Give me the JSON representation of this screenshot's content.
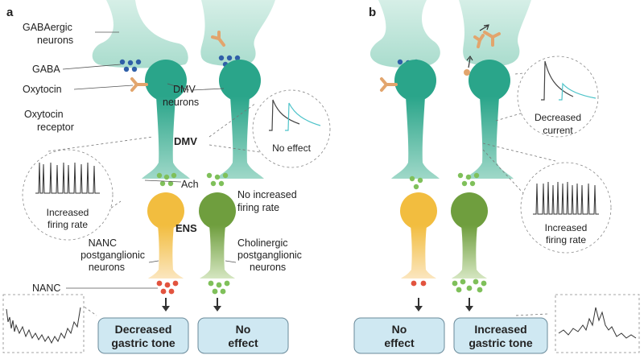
{
  "panels": {
    "a": "a",
    "b": "b"
  },
  "labels": {
    "gaba_neurons": [
      "GABAergic",
      "neurons"
    ],
    "gaba": "GABA",
    "oxytocin": "Oxytocin",
    "oxytocin_receptor": [
      "Oxytocin",
      "receptor"
    ],
    "dmv_neurons": [
      "DMV",
      "neurons"
    ],
    "dmv": "DMV",
    "ach": "Ach",
    "ens": "ENS",
    "no_increased_firing": [
      "No increased",
      "firing rate"
    ],
    "nanc_neurons": [
      "NANC",
      "postganglionic",
      "neurons"
    ],
    "cholinergic_neurons": [
      "Cholinergic",
      "postganglionic",
      "neurons"
    ],
    "nanc": "NANC"
  },
  "bubbles": {
    "increased_firing_a": [
      "Increased",
      "firing rate"
    ],
    "no_effect": "No effect",
    "decreased_current": [
      "Decreased",
      "current"
    ],
    "increased_firing_b": [
      "Increased",
      "firing rate"
    ]
  },
  "outcomes": {
    "a_left": [
      "Decreased",
      "gastric tone"
    ],
    "a_right": [
      "No",
      "effect"
    ],
    "b_left": [
      "No",
      "effect"
    ],
    "b_right": [
      "Increased",
      "gastric tone"
    ]
  },
  "colors": {
    "gaba_neuron": "#a9dccd",
    "dmv_neuron": "#2aa58a",
    "nanc_neuron": "#f2bd3f",
    "cholinergic_neuron": "#6f9e3e",
    "gaba_dot": "#2f5fa8",
    "ach_dot": "#7fc05a",
    "nanc_dot": "#e2533e",
    "oxytocin": "#e2a56d",
    "outcome_box": "#cfe8f2"
  }
}
